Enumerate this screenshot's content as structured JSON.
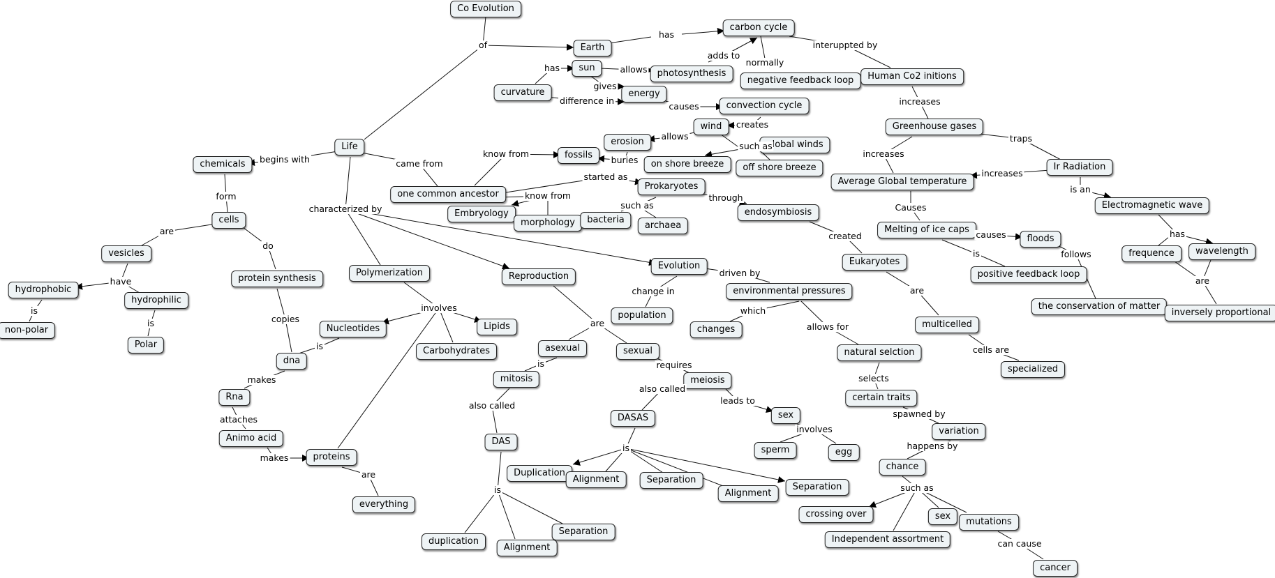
{
  "concepts": {
    "co_evolution": "Co Evolution",
    "earth": "Earth",
    "carbon_cycle": "carbon cycle",
    "sun": "sun",
    "photosynthesis": "photosynthesis",
    "negative_feedback_loop": "negative feedback loop",
    "curvature": "curvature",
    "energy": "energy",
    "convection_cycle": "convection cycle",
    "human_co2": "Human Co2 initions",
    "greenhouse_gases": "Greenhouse gases",
    "wind": "wind",
    "erosion": "erosion",
    "global_winds": "global winds",
    "fossils": "fossils",
    "on_shore_breeze": "on shore breeze",
    "off_shore_breeze": "off shore breeze",
    "life": "Life",
    "chemicals": "chemicals",
    "one_common_ancestor": "one common ancestor",
    "prokaryotes": "Prokaryotes",
    "avg_global_temp": "Average Global temperature",
    "ir_radiation": "Ir Radiation",
    "embryology": "Embryology",
    "morphology": "morphology",
    "bacteria": "bacteria",
    "archaea": "archaea",
    "endosymbiosis": "endosymbiosis",
    "electromagnetic_wave": "Electromagnetic wave",
    "cells": "cells",
    "melting_ice_caps": "Melting of ice caps",
    "floods": "floods",
    "vesicles": "vesicles",
    "wavelength": "wavelength",
    "frequence": "frequence",
    "eukaryotes": "Eukaryotes",
    "evolution": "Evolution",
    "polymerization": "Polymerization",
    "reproduction": "Reproduction",
    "protein_synthesis": "protein synthesis",
    "positive_feedback_loop": "positive feedback loop",
    "hydrophobic": "hydrophobic",
    "environmental_pressures": "environmental pressures",
    "hydrophilic": "hydrophilic",
    "the_conservation_of_matter": "the conservation of matter",
    "population": "population",
    "inversely_proportional": "inversely proportional",
    "non_polar": "non-polar",
    "multicelled": "multicelled",
    "lipids": "Lipids",
    "nucleotides": "Nucleotides",
    "changes": "changes",
    "polar": "Polar",
    "asexual": "asexual",
    "sexual": "sexual",
    "carbohydrates": "Carbohydrates",
    "natural_selection": "natural selction",
    "dna": "dna",
    "specialized": "specialized",
    "mitosis": "mitosis",
    "meiosis": "meiosis",
    "rna": "Rna",
    "certain_traits": "certain traits",
    "dasas": "DASAS",
    "sex_1": "sex",
    "variation": "variation",
    "animo_acid": "Animo acid",
    "das": "DAS",
    "sperm": "sperm",
    "egg": "egg",
    "proteins": "proteins",
    "chance": "chance",
    "duplication_1": "Duplication",
    "alignment_1": "Alignment",
    "separation_1": "Separation",
    "separation_2": "Separation",
    "alignment_2": "Alignment",
    "everything": "everything",
    "crossing_over": "crossing over",
    "sex_2": "sex",
    "mutations": "mutations",
    "separation_3": "Separation",
    "independent_assortment": "Independent assortment",
    "duplication_2": "duplication",
    "alignment_3": "Alignment",
    "cancer": "cancer"
  },
  "links": {
    "of": "of",
    "has_1": "has",
    "adds_to": "adds to",
    "normally": "normally",
    "interuppted_by": "interuppted by",
    "has_2": "has",
    "allows_1": "allows",
    "gives": "gives",
    "difference_in": "difference in",
    "causes_1": "causes",
    "creates": "creates",
    "increases_1": "increases",
    "allows_2": "allows",
    "such_as_1": "such as",
    "buries": "buries",
    "know_from_1": "know from",
    "begins_with": "begins with",
    "came_from": "came from",
    "traps": "traps",
    "increases_2": "increases",
    "increases_3": "increases",
    "started_as": "started as",
    "know_from_2": "know from",
    "characterized_by": "characterized by",
    "form": "form",
    "such_as_2": "such as",
    "through": "through",
    "is_an": "is an",
    "causes_2": "Causes",
    "are_1": "are",
    "causes_3": "causes",
    "has_3": "has",
    "created": "created",
    "do": "do",
    "have": "have",
    "is_1": "is",
    "follows": "follows",
    "driven_by": "driven by",
    "change_in": "change in",
    "are_2": "are",
    "are_3": "are",
    "is_2": "is",
    "involves_1": "involves",
    "copies": "copies",
    "which": "which",
    "allows_for": "allows for",
    "is_3": "is",
    "are_4": "are",
    "is_4": "is",
    "cells_are": "cells are",
    "requires": "requires",
    "makes_1": "makes",
    "selects": "selects",
    "also_called_1": "also called",
    "also_called_2": "also called",
    "leads_to": "leads to",
    "attaches": "attaches",
    "spawned_by": "spawned by",
    "involves_2": "involves",
    "happens_by": "happens by",
    "makes_2": "makes",
    "is_5": "is",
    "are_5": "are",
    "such_as_3": "such as",
    "is_6": "is",
    "can_cause": "can cause"
  }
}
